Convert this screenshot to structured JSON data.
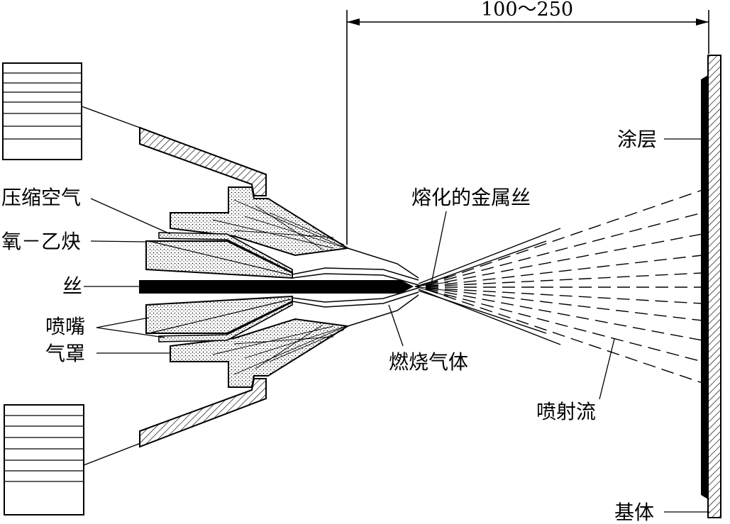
{
  "diagram": {
    "dimension_label": "100～250",
    "labels": {
      "compressed_air": "压缩空气",
      "oxy_acetylene": "氧－乙炔",
      "wire": "丝",
      "nozzle": "喷嘴",
      "air_cap": "气罩",
      "molten_wire": "熔化的金属丝",
      "combustion_gas": "燃烧气体",
      "spray_stream": "喷射流",
      "coating": "涂层",
      "substrate": "基体"
    },
    "colors": {
      "ink": "#000000",
      "paper": "#ffffff"
    }
  }
}
